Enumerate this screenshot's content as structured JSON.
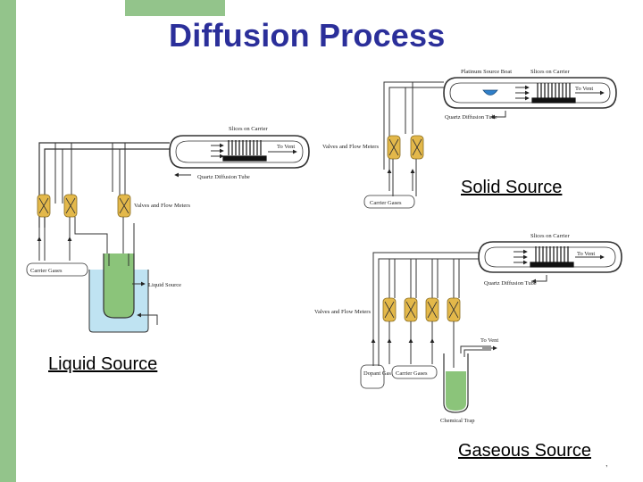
{
  "title": "Diffusion Process",
  "colors": {
    "title": "#2b2f9a",
    "sidebar": "#93c48b",
    "valve": "#e3b84a",
    "liquid": "#8bc47a",
    "bath": "#bfe3f2"
  },
  "liquid": {
    "label": "Liquid Source",
    "carrier": "Slices on Carrier",
    "vent": "To Vent",
    "tube": "Quartz Diffusion Tube",
    "valves": "Valves and Flow Meters",
    "gases": "Carrier Gases",
    "source": "Liquid Source"
  },
  "solid": {
    "label": "Solid Source",
    "boat": "Platinum Source Boat",
    "carrier": "Slices on Carrier",
    "vent": "To Vent",
    "tube": "Quartz Diffusion Tube",
    "valves": "Valves and Flow Meters",
    "gases": "Carrier Gases"
  },
  "gaseous": {
    "label": "Gaseous Source",
    "carrier": "Slices on Carrier",
    "vent_tube": "To Vent",
    "tube": "Quartz Diffusion Tube",
    "valves": "Valves and Flow Meters",
    "vent": "To Vent",
    "dopant": "Dopant Gas",
    "gases": "Carrier Gases",
    "trap": "Chemical Trap"
  },
  "footnote": ","
}
